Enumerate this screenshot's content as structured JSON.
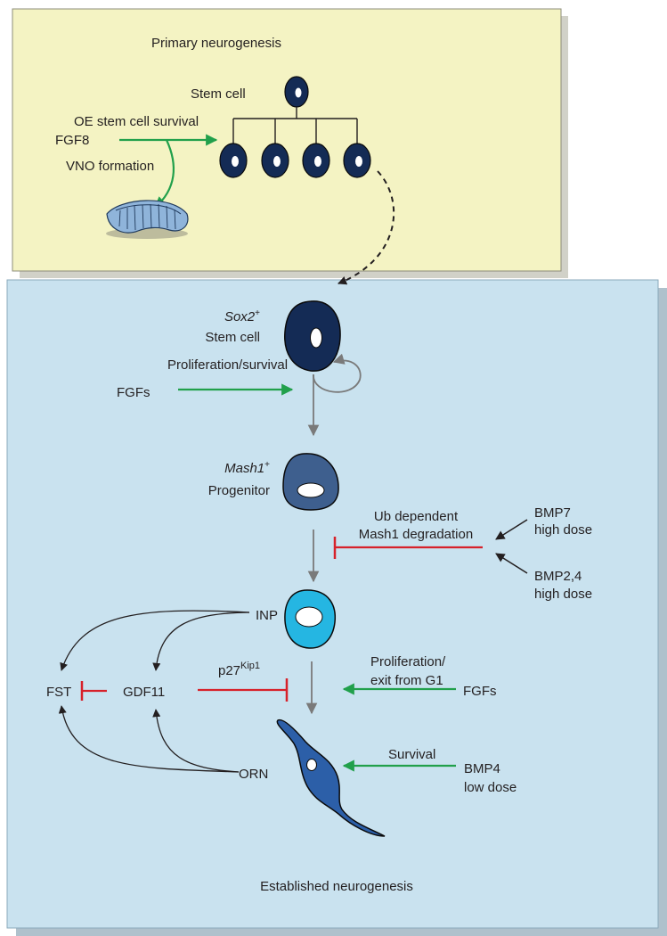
{
  "top_panel": {
    "title": "Primary neurogenesis",
    "stem_cell_label": "Stem cell",
    "survival_label": "OE stem cell survival",
    "signal_label": "FGF8",
    "vno_label": "VNO formation"
  },
  "bottom_panel": {
    "title": "Established neurogenesis",
    "stem": {
      "marker": "Sox2",
      "marker_sup": "+",
      "name": "Stem cell"
    },
    "proliferation_label": "Proliferation/survival",
    "fgfs_label": "FGFs",
    "progenitor": {
      "marker": "Mash1",
      "marker_sup": "+",
      "name": "Progenitor"
    },
    "ub_line1": "Ub dependent",
    "ub_line2": "Mash1 degradation",
    "bmp7_line1": "BMP7",
    "bmp7_line2": "high dose",
    "bmp24_line1": "BMP2,4",
    "bmp24_line2": "high dose",
    "inp_label": "INP",
    "fst_label": "FST",
    "gdf11_label": "GDF11",
    "p27": {
      "base": "p27",
      "sup": "Kip1"
    },
    "prolif_exit_line1": "Proliferation/",
    "prolif_exit_line2": "exit from G1",
    "fgfs2_label": "FGFs",
    "orn_label": "ORN",
    "survival_label": "Survival",
    "bmp4_line1": "BMP4",
    "bmp4_line2": "low dose"
  },
  "colors": {
    "top_panel_bg": "#f4f3c3",
    "bottom_panel_bg": "#c9e2ef",
    "activation_arrow": "#21a04b",
    "inhibition": "#d7212a",
    "stem_cell": "#142b55",
    "progenitor": "#3e5f8e",
    "inp": "#25b6e2",
    "orn": "#2c5fa8",
    "vno_organ": "#8fb4da"
  }
}
